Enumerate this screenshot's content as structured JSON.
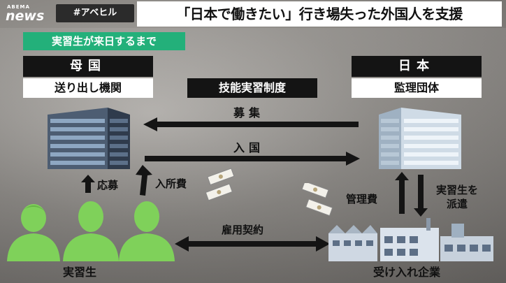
{
  "header": {
    "logo_small": "ABEMA",
    "logo_main": "news",
    "hashtag": "#アベヒル",
    "headline": "「日本で働きたい」行き場失った外国人を支援"
  },
  "section_label": "実習生が来日するまで",
  "home_country": {
    "title": "母国",
    "org": "送り出し機関"
  },
  "japan": {
    "title": "日本",
    "org": "監理団体"
  },
  "program": "技能実習制度",
  "flows": {
    "recruit": "募集",
    "entry": "入国",
    "entry_fee": "入所費",
    "apply": "応募",
    "mgmt_fee": "管理費",
    "dispatch_line1": "実習生を",
    "dispatch_line2": "派遣",
    "employment": "雇用契約"
  },
  "trainees": "実習生",
  "companies": "受け入れ企業",
  "colors": {
    "accent_green": "#23b07a",
    "person_green": "#7fd15a",
    "dark_label": "#141414"
  }
}
